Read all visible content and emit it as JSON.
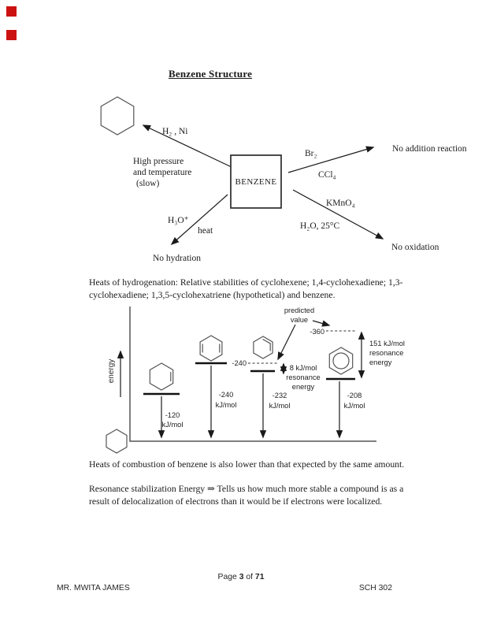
{
  "markers": {
    "color": "#cc1111"
  },
  "heading": {
    "title": "Benzene Structure"
  },
  "scheme": {
    "benzene_box": "BENZENE",
    "h2_reagent": "H₂ , Ni",
    "cond_line1": "High pressure",
    "cond_line2": "and temperature",
    "cond_line3": "(slow)",
    "h3o_reagent": "H₃O⁺",
    "heat": "heat",
    "no_hydration": "No hydration",
    "br2": "Br₂",
    "ccl4": "CCl₄",
    "no_addition": "No addition reaction",
    "kmno4": "KMnO₄",
    "h2o_cond": "H₂O, 25°C",
    "no_oxidation": "No oxidation"
  },
  "paragraphs": {
    "hydrogenation_line1": "Heats of hydrogenation: Relative stabilities of cyclohexene; 1,4-cyclohexadiene; 1,3-",
    "hydrogenation_line2": "cyclohexadiene; 1,3,5-cyclohexatriene (hypothetical) and benzene.",
    "combustion": "Heats of combustion of benzene is also lower than that expected by the same amount.",
    "resonance_line1": "Resonance stabilization Energy ⇒ Tells us how much more stable a compound is as a",
    "resonance_line2": "result of delocalization of electrons than it would be if electrons were localized."
  },
  "diagram": {
    "axis_label": "energy",
    "predicted_line1": "predicted",
    "predicted_line2": "value",
    "predicted_360": "-360",
    "predicted_240": "-240",
    "res8_line1": "8 kJ/mol",
    "res8_line2": "resonance",
    "res8_line3": "energy",
    "res151_line1": "151 kJ/mol",
    "res151_line2": "resonance",
    "res151_line3": "energy",
    "level1_value": "-120",
    "level1_unit": "kJ/mol",
    "level2_value": "-240",
    "level2_unit": "kJ/mol",
    "level3_value": "-232",
    "level3_unit": "kJ/mol",
    "level4_value": "-208",
    "level4_unit": "kJ/mol"
  },
  "chart_data": {
    "type": "energy-level-diagram",
    "ylabel": "energy",
    "unit": "kJ/mol",
    "levels": [
      {
        "compound": "cyclohexene",
        "heat_of_hydrogenation": -120
      },
      {
        "compound": "1,4-cyclohexadiene",
        "heat_of_hydrogenation": -240
      },
      {
        "compound": "1,3-cyclohexadiene",
        "heat_of_hydrogenation": -232,
        "predicted": -240,
        "resonance_energy_kj_mol": 8
      },
      {
        "compound": "benzene",
        "heat_of_hydrogenation": -208,
        "predicted": -360,
        "resonance_energy_kj_mol": 151
      }
    ],
    "annotations": [
      "predicted value",
      "8 kJ/mol resonance energy",
      "151 kJ/mol resonance energy"
    ]
  },
  "footer": {
    "page_word": "Page",
    "page_number": "3",
    "of_word": "of",
    "page_total": "71",
    "author": "MR. MWITA JAMES",
    "course": "SCH 302"
  }
}
